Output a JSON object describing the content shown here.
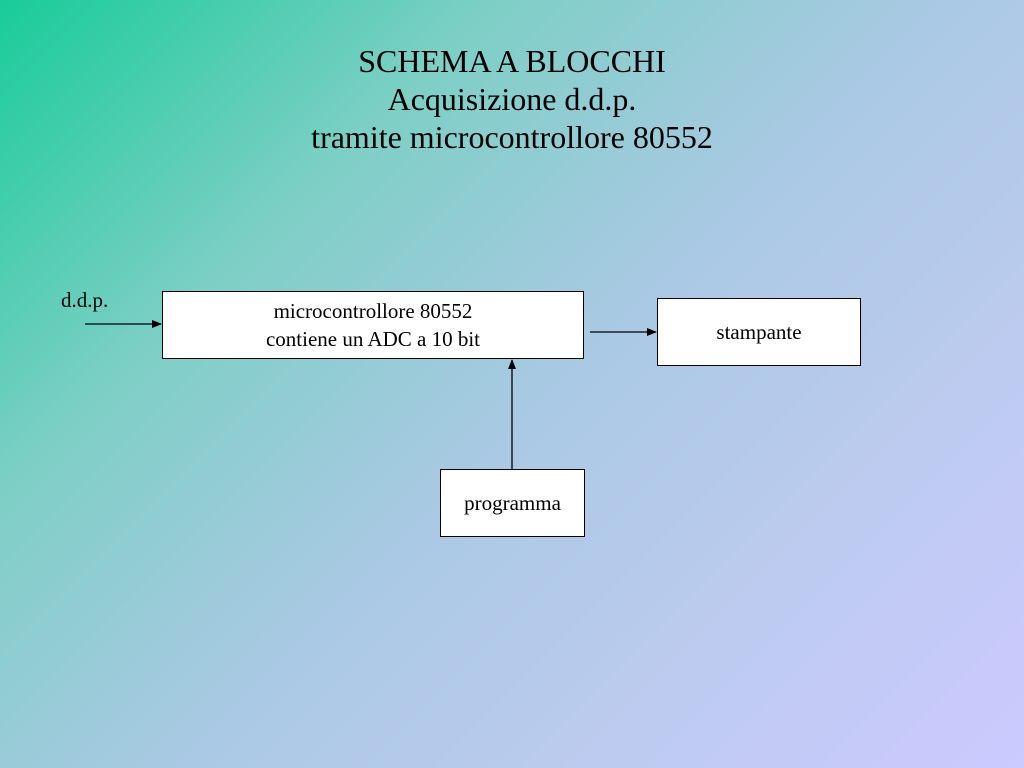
{
  "title": {
    "line1": "SCHEMA A BLOCCHI",
    "line2": "Acquisizione d.d.p.",
    "line3": "tramite microcontrollore 80552"
  },
  "diagram": {
    "input_label": "d.d.p.",
    "microcontroller": {
      "line1": "microcontrollore 80552",
      "line2": "contiene un ADC a 10 bit"
    },
    "printer": "stampante",
    "program": "programma"
  }
}
